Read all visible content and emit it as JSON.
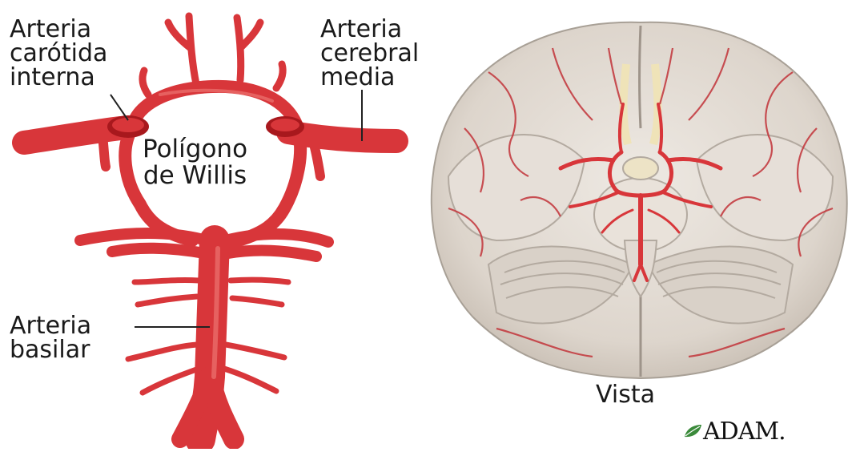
{
  "labels": {
    "carotid": [
      "Arteria",
      "carótida",
      "interna"
    ],
    "middle_cerebral": [
      "Arteria",
      "cerebral",
      "media"
    ],
    "circle": [
      "Polígono",
      "de Willis"
    ],
    "basilar": [
      "Arteria",
      "basilar"
    ],
    "view": "Vista"
  },
  "logo": {
    "text": "ADAM."
  },
  "colors": {
    "artery": "#d8363a",
    "artery_dark": "#a8181d",
    "artery_light": "#f07f7a",
    "brain": "#e3ddd6",
    "brain_shadow": "#b9b0a6",
    "leader_line": "#222222"
  }
}
